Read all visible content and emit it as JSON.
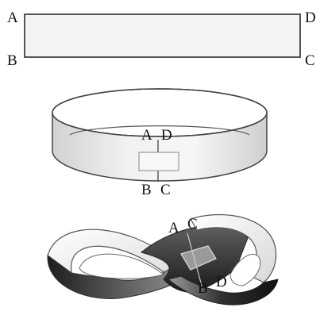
{
  "strip": {
    "labels": {
      "tl": "A",
      "tr": "D",
      "bl": "B",
      "br": "C"
    }
  },
  "ring": {
    "labels": {
      "top_left": "A",
      "top_right": "D",
      "bottom_left": "B",
      "bottom_right": "C"
    }
  },
  "mobius": {
    "labels": {
      "top_left": "A",
      "top_right": "C",
      "bottom_left": "B",
      "bottom_right": "D"
    }
  }
}
